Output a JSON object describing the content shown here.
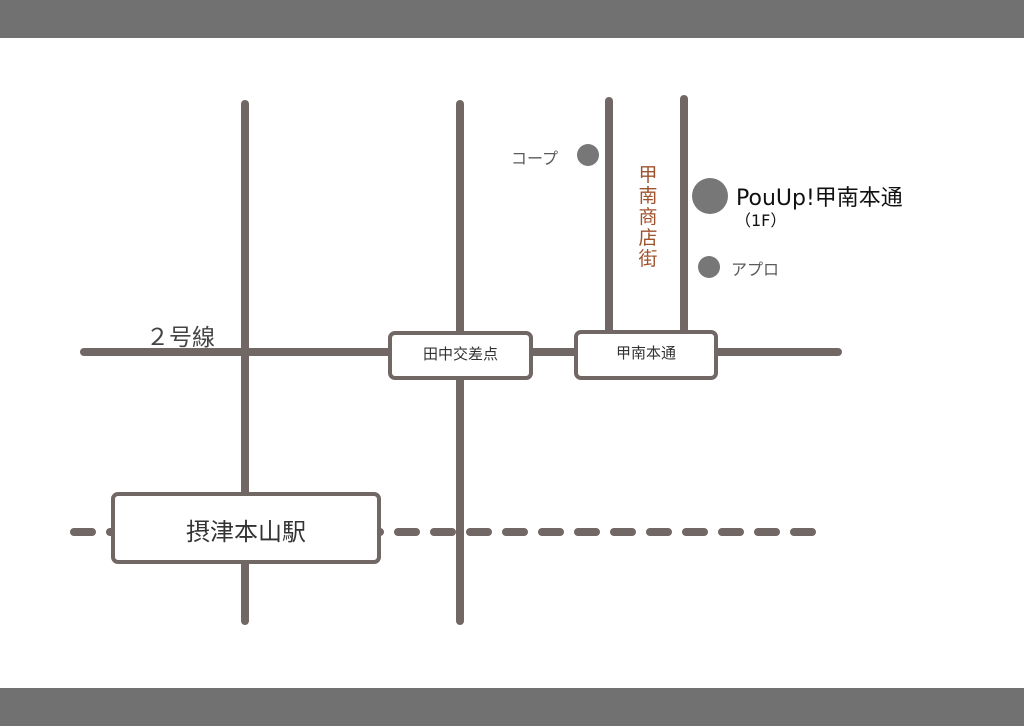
{
  "colors": {
    "road": "#716765",
    "band": "#717171",
    "dot": "#777777",
    "shopping_street": "#a0522d",
    "text": "#333333"
  },
  "map": {
    "route_label": "２号線",
    "intersection_tanaka": "田中交差点",
    "intersection_konan": "甲南本通",
    "station": "摂津本山駅",
    "shopping_street": "甲南商店街",
    "landmarks": [
      {
        "name": "コープ",
        "icon": "circle-marker"
      },
      {
        "name": "アプロ",
        "icon": "circle-marker"
      }
    ],
    "store": {
      "name": "PouUp!甲南本通",
      "floor": "（1F）",
      "icon": "circle-marker-large"
    }
  }
}
